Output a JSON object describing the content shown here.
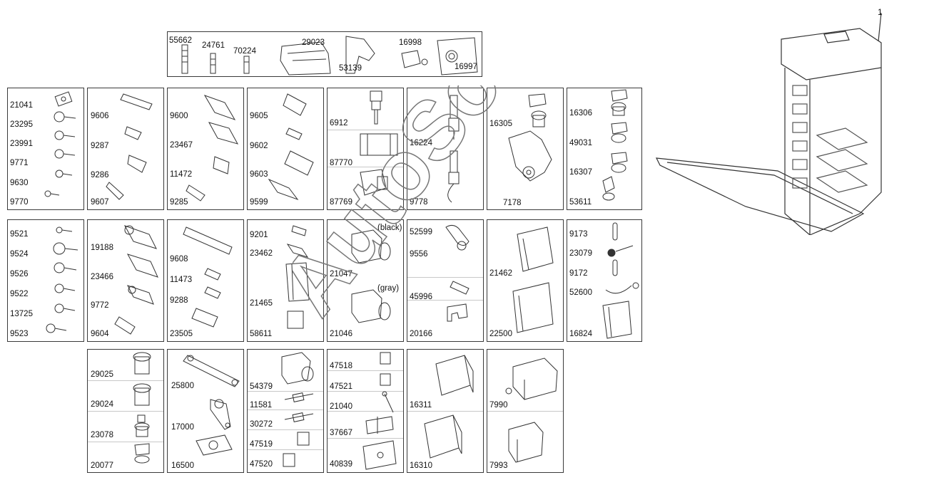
{
  "callout": "1",
  "watermark": "AutoSoft",
  "notes": {
    "black": "(black)",
    "gray": "(gray)"
  },
  "top_panel": [
    "55662",
    "24761",
    "70224",
    "29023",
    "53139",
    "16998",
    "16997"
  ],
  "columns": {
    "c1": [
      "21041",
      "23295",
      "23991",
      "9771",
      "9630",
      "9770"
    ],
    "c2": [
      "9606",
      "9287",
      "9286",
      "9607"
    ],
    "c3": [
      "9600",
      "23467",
      "11472",
      "9285"
    ],
    "c4": [
      "9605",
      "9602",
      "9603",
      "9599"
    ],
    "c5": [
      "6912",
      "87770",
      "87769"
    ],
    "c6": [
      "16224",
      "9778"
    ],
    "c7": [
      "16305",
      "7178"
    ],
    "c8": [
      "16306",
      "49031",
      "16307",
      "53611"
    ],
    "d1": [
      "9521",
      "9524",
      "9526",
      "9522",
      "13725",
      "9523"
    ],
    "d2": [
      "19188",
      "23466",
      "9772",
      "9604"
    ],
    "d3": [
      "9608",
      "11473",
      "9288",
      "23505"
    ],
    "d4": [
      "9201",
      "23462",
      "21465",
      "58611"
    ],
    "d5": [
      "21047",
      "21046"
    ],
    "d6": [
      "52599",
      "9556",
      "45996",
      "20166"
    ],
    "d7": [
      "21462",
      "22500"
    ],
    "d8": [
      "9173",
      "23079",
      "9172",
      "52600",
      "16824"
    ],
    "e1": [
      "29025",
      "29024",
      "23078",
      "20077"
    ],
    "e2": [
      "25800",
      "17000",
      "16500"
    ],
    "e3": [
      "54379",
      "11581",
      "30272",
      "47519",
      "47520"
    ],
    "e4": [
      "47518",
      "47521",
      "21040",
      "37667",
      "40839"
    ],
    "e5": [
      "16311",
      "16310"
    ],
    "e6": [
      "7990",
      "7993"
    ]
  }
}
